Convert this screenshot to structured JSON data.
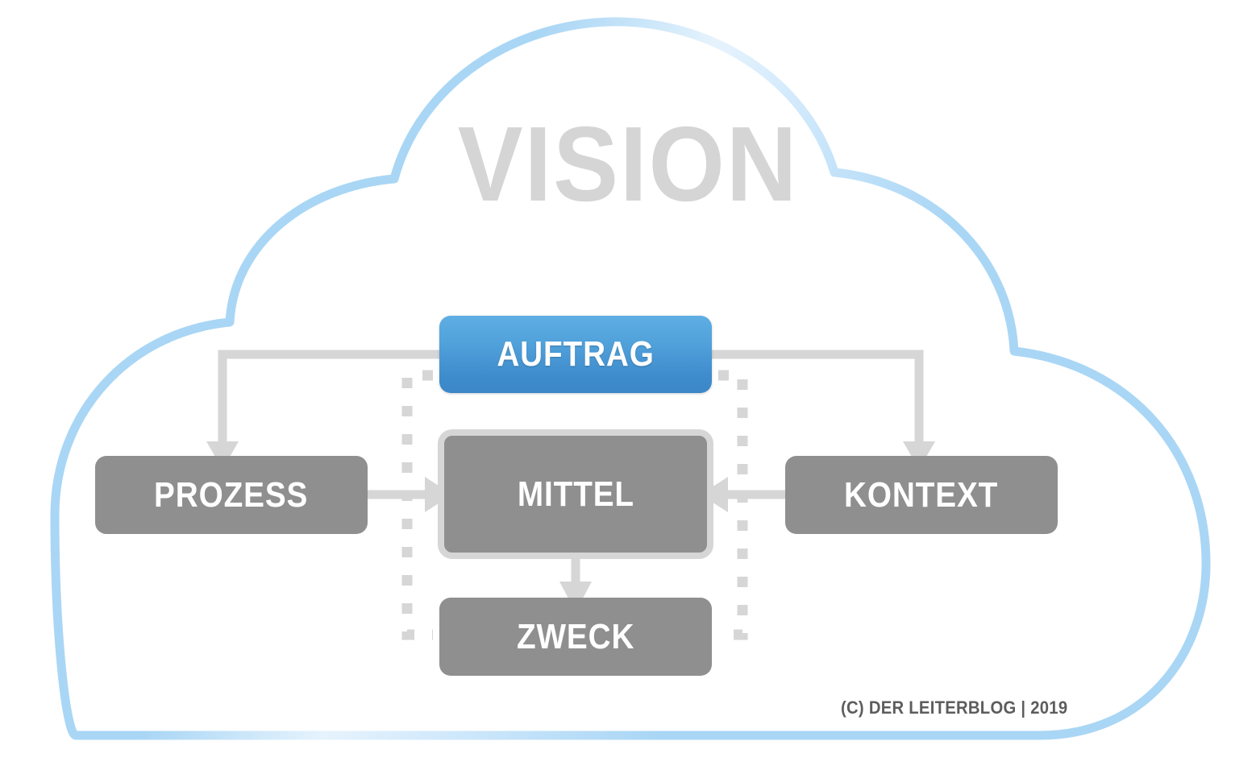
{
  "diagram": {
    "title": "VISION",
    "container_shape": "cloud",
    "cloud_color": "#a9d6f5",
    "background": "#ffffff"
  },
  "nodes": {
    "auftrag": {
      "label": "AUFTRAG",
      "fill": "#4e9ed9",
      "text_color": "#ffffff",
      "style": "blue-gradient-rounded"
    },
    "prozess": {
      "label": "PROZESS",
      "fill": "#8f8f8f",
      "text_color": "#ffffff",
      "style": "gray-rounded"
    },
    "mittel": {
      "label": "MITTEL",
      "fill": "#8f8f8f",
      "border_color": "#d6d6d6",
      "text_color": "#ffffff",
      "style": "gray-rounded-outlined"
    },
    "kontext": {
      "label": "KONTEXT",
      "fill": "#8f8f8f",
      "text_color": "#ffffff",
      "style": "gray-rounded"
    },
    "zweck": {
      "label": "ZWECK",
      "fill": "#8f8f8f",
      "text_color": "#ffffff",
      "style": "gray-rounded"
    }
  },
  "connectors": {
    "color": "#d6d6d6",
    "dashed_color": "#d6d6d6",
    "edges": [
      {
        "from": "auftrag",
        "to": "prozess",
        "type": "elbow-arrow"
      },
      {
        "from": "auftrag",
        "to": "kontext",
        "type": "elbow-arrow"
      },
      {
        "from": "prozess",
        "to": "mittel",
        "type": "straight-arrow"
      },
      {
        "from": "kontext",
        "to": "mittel",
        "type": "straight-arrow"
      },
      {
        "from": "mittel",
        "to": "zweck",
        "type": "straight-arrow"
      },
      {
        "from": "auftrag",
        "to": "zweck",
        "type": "dashed-bracket"
      }
    ]
  },
  "footer": {
    "copyright": "(C) DER LEITERBLOG | 2019"
  }
}
